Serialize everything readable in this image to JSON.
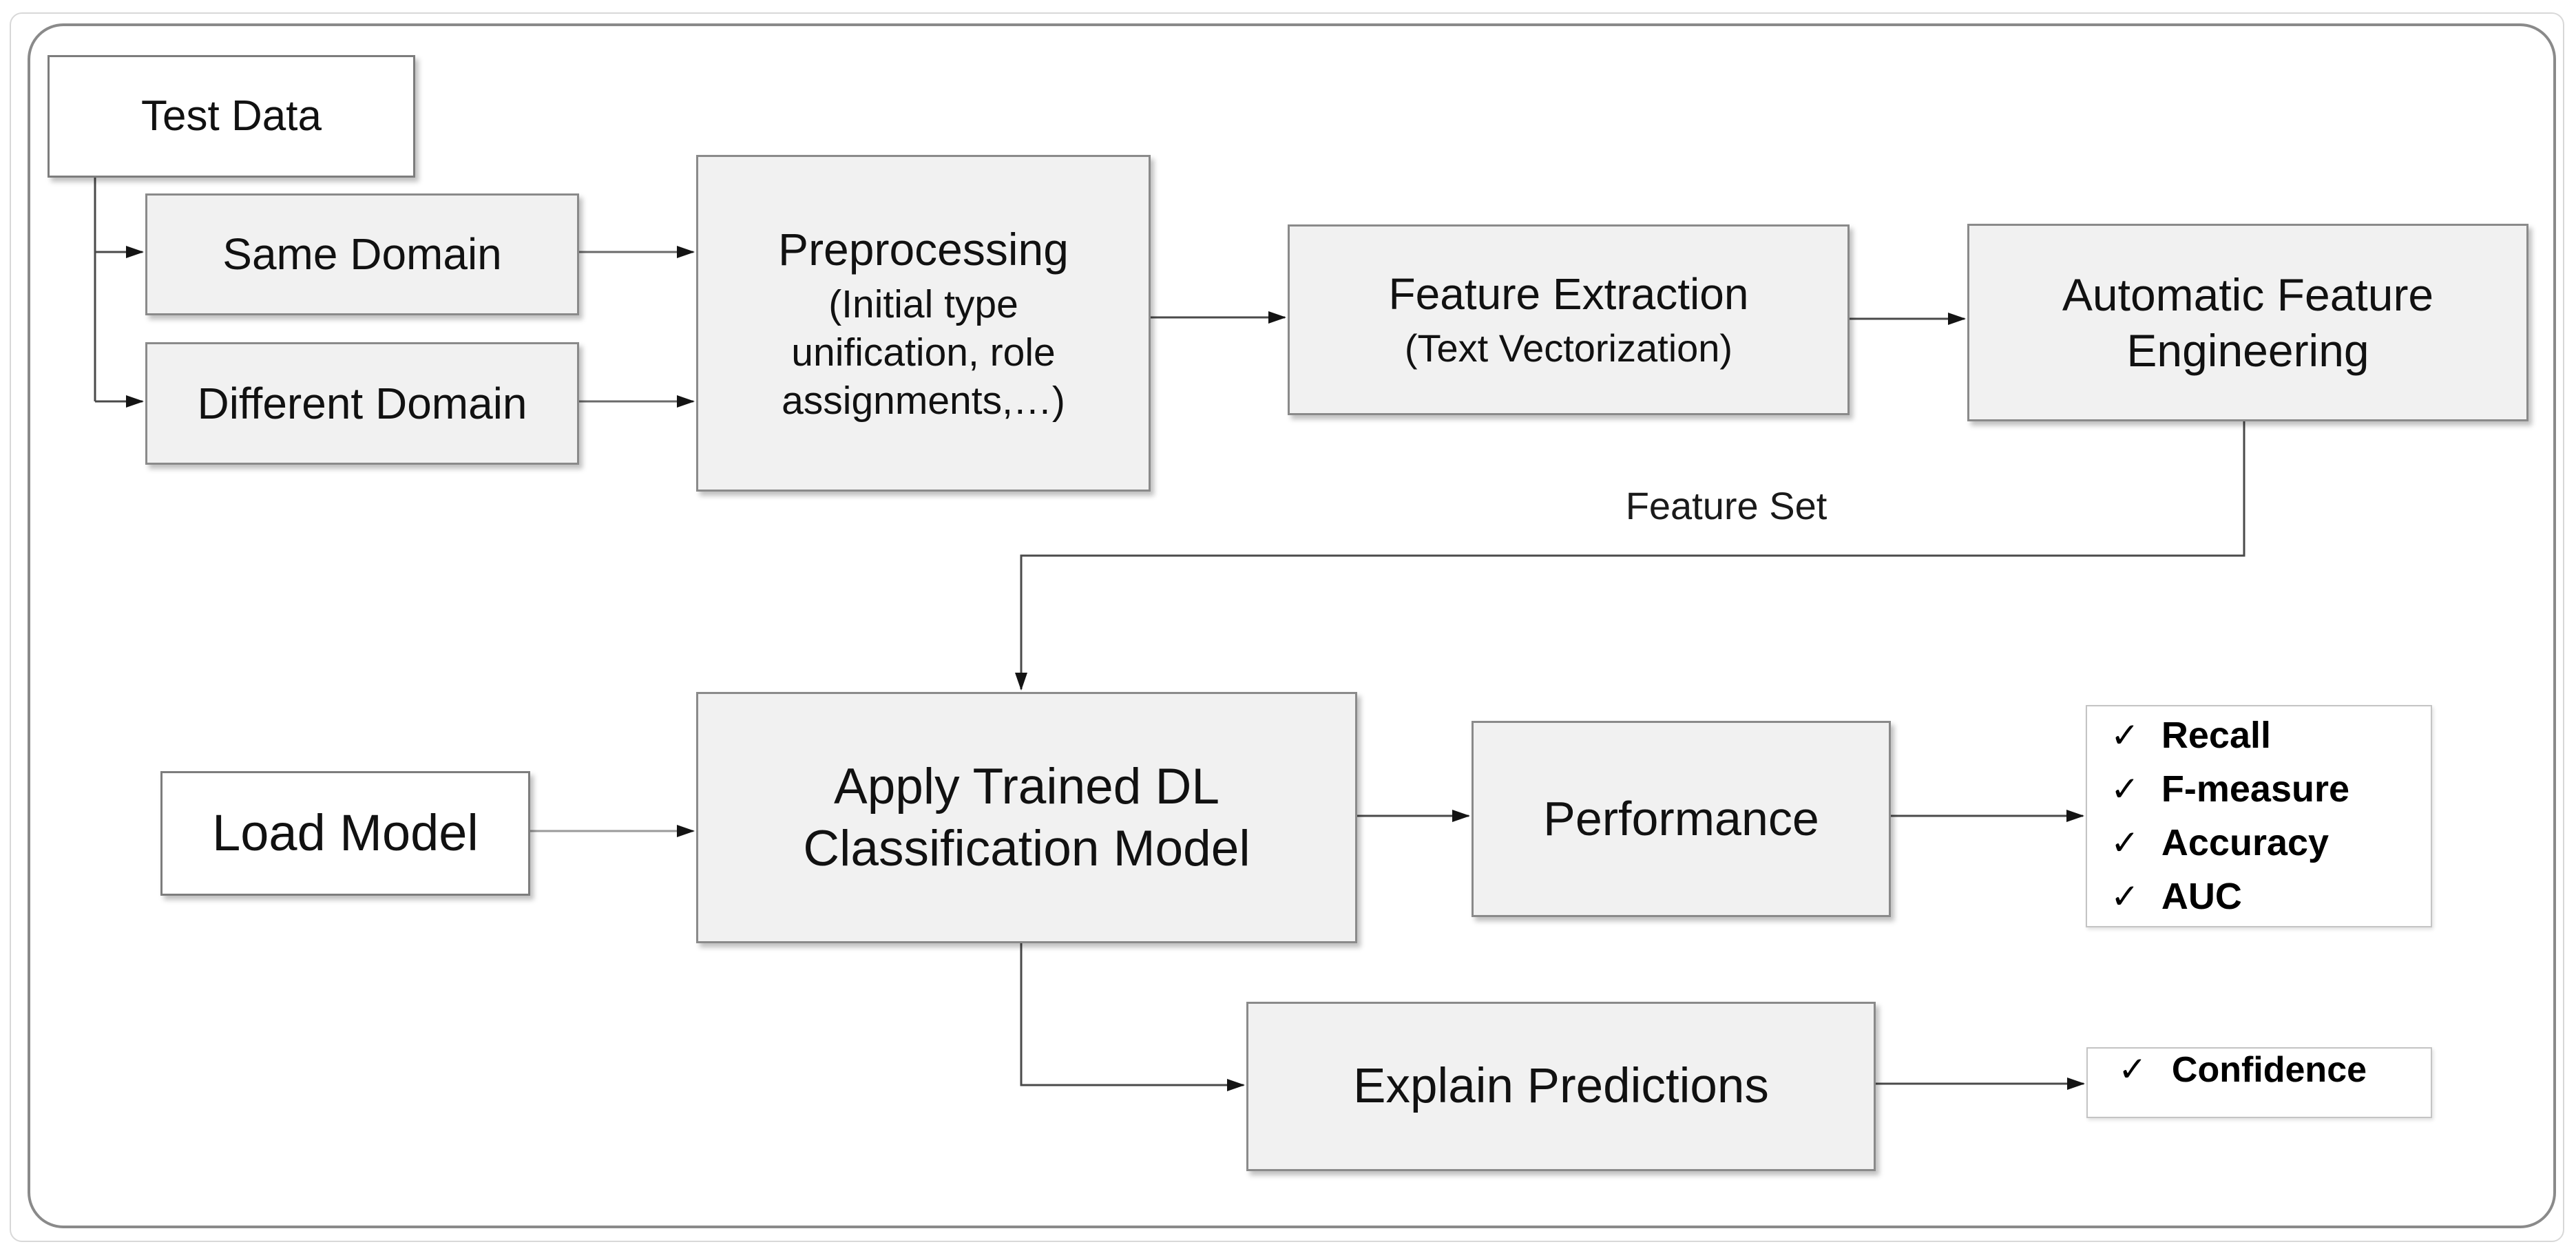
{
  "diagram": {
    "nodes": {
      "test_data": {
        "label": "Test Data"
      },
      "same_domain": {
        "label": "Same Domain"
      },
      "different_domain": {
        "label": "Different Domain"
      },
      "preprocessing": {
        "title": "Preprocessing",
        "subtitle": "(Initial type\nunification, role\nassignments,…)"
      },
      "feature_extraction": {
        "title": "Feature Extraction",
        "subtitle": "(Text Vectorization)"
      },
      "automatic_feature_engineering": {
        "label": "Automatic Feature\nEngineering"
      },
      "load_model": {
        "label": "Load Model"
      },
      "apply_model": {
        "label": "Apply Trained DL\nClassification Model"
      },
      "performance": {
        "label": "Performance"
      },
      "explain_predictions": {
        "label": "Explain Predictions"
      }
    },
    "labels": {
      "feature_set": "Feature Set"
    },
    "metrics": {
      "check_glyph": "✓",
      "items": [
        "Recall",
        "F-measure",
        "Accuracy",
        "AUC"
      ]
    },
    "confidence": {
      "check_glyph": "✓",
      "label": "Confidence"
    },
    "colors": {
      "node_fill": "#f1f1f1",
      "node_border": "#8a8a8a",
      "white_fill": "#ffffff",
      "list_border": "#c4c4c4",
      "connector": "#4a4a4a",
      "arrowhead": "#141414",
      "frame_border": "#8a8a8a",
      "outer_frame_border": "#d8d8d8"
    }
  }
}
